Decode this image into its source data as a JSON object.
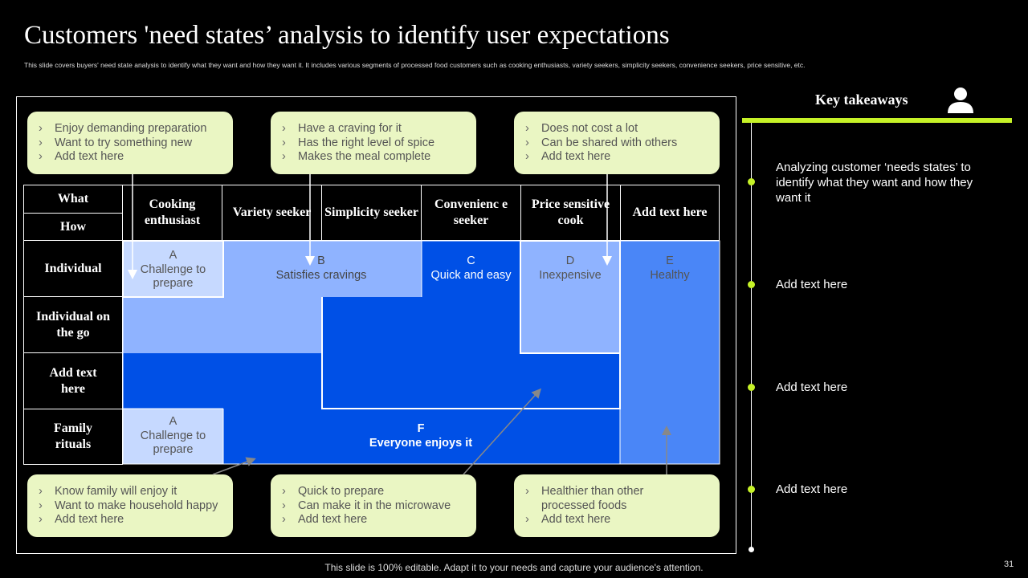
{
  "slide": {
    "title": "Customers 'need states’ analysis to identify user expectations",
    "subtitle": "This slide covers buyers' need state analysis to identify what they want and how they want it. It includes various segments of processed food customers such as cooking enthusiasts, variety seekers, simplicity seekers, convenience seekers, price sensitive, etc.",
    "footer": "This slide is 100% editable. Adapt it to your needs and capture your audience's attention.",
    "page_number": "31"
  },
  "callouts_top": [
    {
      "items": [
        "Enjoy demanding preparation",
        "Want to try something new",
        "Add text here"
      ]
    },
    {
      "items": [
        "Have a craving for it",
        "Has the right level of spice",
        "Makes the meal complete"
      ]
    },
    {
      "items": [
        "Does not cost a lot",
        "Can be shared with others",
        "Add text here"
      ]
    }
  ],
  "callouts_bottom": [
    {
      "items": [
        "Know family will enjoy it",
        "Want to make household happy",
        "Add text here"
      ]
    },
    {
      "items": [
        "Quick to prepare",
        "Can make it in the microwave",
        "Add text here"
      ]
    },
    {
      "items": [
        "Healthier than other processed foods",
        "Add text here"
      ]
    }
  ],
  "chevron": "›",
  "table": {
    "what_label": "What",
    "how_label": "How",
    "columns": [
      "Cooking enthusiast",
      "Variety seeker",
      "Simplicity seeker",
      "Convenienc e seeker",
      "Price sensitive cook",
      "Add text here"
    ],
    "rows": [
      "Individual",
      "Individual on the go",
      "Add text here",
      "Family rituals"
    ]
  },
  "segments": {
    "a1": {
      "letter": "A",
      "text": "Challenge to prepare"
    },
    "b": {
      "letter": "B",
      "text": "Satisfies cravings"
    },
    "c": {
      "letter": "C",
      "text": "Quick and easy"
    },
    "d": {
      "letter": "D",
      "text": "Inexpensive"
    },
    "e": {
      "letter": "E",
      "text": "Healthy"
    },
    "a2": {
      "letter": "A",
      "text": "Challenge to prepare"
    },
    "f": {
      "letter": "F",
      "text": "Everyone enjoys it"
    }
  },
  "sidebar": {
    "header": "Key takeaways",
    "icon": "user-icon",
    "points": [
      "Analyzing customer ‘needs states’ to identify what they want and how they want it",
      "Add text here",
      "Add text here",
      "Add text here"
    ]
  },
  "colors": {
    "background": "#000000",
    "callout": "#eaf6c3",
    "accent_green": "#c6f227",
    "light_blue": "#c6d9ff",
    "mid_blue": "#8fb3ff",
    "deep_blue": "#0050e6",
    "blue": "#4a86f7"
  }
}
